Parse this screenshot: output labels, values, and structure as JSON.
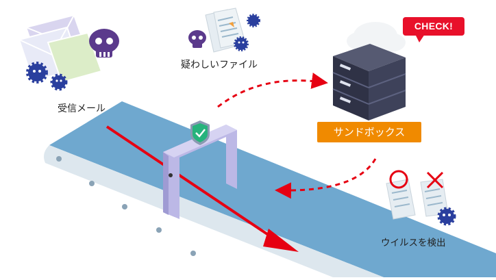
{
  "labels": {
    "received_mail": "受信メール",
    "suspicious_files": "疑わしいファイル",
    "sandbox": "サンドボックス",
    "check": "CHECK!",
    "virus_detection": "ウイルスを検出"
  },
  "colors": {
    "conveyor": "#6fa8cf",
    "conveyor_side": "#dde7ee",
    "arrow": "#e60012",
    "sandbox_label_bg": "#f08a00",
    "check_bubble": "#e8102a",
    "server": "#3a3d52",
    "gate": "#bcb8e6",
    "virus": "#2a3f9e",
    "skull": "#5b3a8c"
  },
  "icons": [
    "envelope-icon",
    "skull-icon",
    "virus-icon",
    "document-icon",
    "server-icon",
    "cloud-icon",
    "shield-check-icon",
    "circle-mark-icon",
    "cross-mark-icon"
  ]
}
